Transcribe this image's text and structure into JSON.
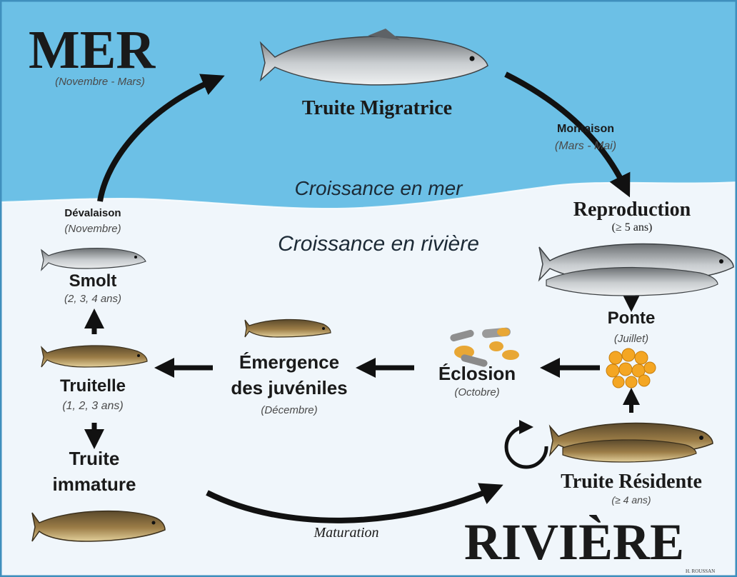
{
  "labels": {
    "mer": "MER",
    "mer_period": "(Novembre - Mars)",
    "truite_migratrice": "Truite Migratrice",
    "montaison": "Montaison",
    "montaison_period": "(Mars - Mai)",
    "croissance_mer": "Croissance en mer",
    "croissance_riviere": "Croissance en rivière",
    "reproduction": "Reproduction",
    "reproduction_age": "(≥ 5 ans)",
    "devalaison": "Dévalaison",
    "devalaison_period": "(Novembre)",
    "smolt": "Smolt",
    "smolt_age": "(2, 3, 4 ans)",
    "truitelle": "Truitelle",
    "truitelle_age": "(1, 2, 3 ans)",
    "truite_immature_1": "Truite",
    "truite_immature_2": "immature",
    "emergence_1": "Émergence",
    "emergence_2": "des juvéniles",
    "emergence_period": "(Décembre)",
    "eclosion": "Éclosion",
    "eclosion_period": "(Octobre)",
    "ponte": "Ponte",
    "ponte_period": "(Juillet)",
    "truite_residente": "Truite Résidente",
    "residente_age": "(≥ 4 ans)",
    "maturation": "Maturation",
    "riviere": "RIVIÈRE",
    "credit": "H. ROUSSAN"
  },
  "colors": {
    "sea": "#6cc0e6",
    "river": "#f0f6fb",
    "border": "#3f8fbd",
    "arrow": "#111111"
  }
}
